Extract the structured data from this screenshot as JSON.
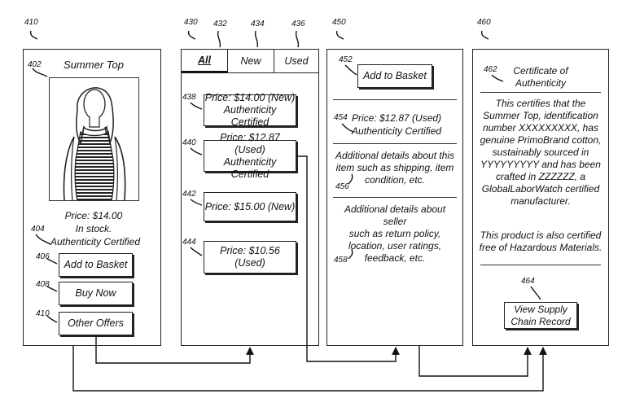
{
  "refs": {
    "r410a": "410",
    "r402": "402",
    "r404": "404",
    "r406": "406",
    "r408": "408",
    "r410b": "410",
    "r430": "430",
    "r432": "432",
    "r434": "434",
    "r436": "436",
    "r438": "438",
    "r440": "440",
    "r442": "442",
    "r444": "444",
    "r450": "450",
    "r452": "452",
    "r454": "454",
    "r456": "456",
    "r458": "458",
    "r460": "460",
    "r462": "462",
    "r464": "464"
  },
  "product_panel": {
    "title": "Summer Top",
    "price": "Price: $14.00",
    "stock": "In stock.",
    "certified": "Authenticity Certified",
    "add_to_basket": "Add to Basket",
    "buy_now": "Buy Now",
    "other_offers": "Other Offers"
  },
  "offers_panel": {
    "tabs": [
      "All",
      "New",
      "Used"
    ],
    "offers": [
      "Price: $14.00 (New)\nAuthenticity Certified",
      "Price: $12.87 (Used)\nAuthenticity Certified",
      "Price: $15.00 (New)",
      "Price: $10.56 (Used)"
    ]
  },
  "detail_panel": {
    "add_to_basket": "Add to Basket",
    "price_line": "Price: $12.87 (Used)",
    "certified": "Authenticity Certified",
    "item_details": "Additional details about this\nitem such as shipping, item\ncondition, etc.",
    "seller_details": "Additional details about seller\nsuch as return policy,\nlocation, user ratings,\nfeedback, etc."
  },
  "certificate_panel": {
    "title": "Certificate of\nAuthenticity",
    "body": "This certifies that the\nSummer Top, identification\nnumber XXXXXXXXX, has\ngenuine PrimoBrand cotton,\nsustainably sourced in\nYYYYYYYYY and has been\ncrafted in ZZZZZZ, a\nGlobalLaborWatch certified\nmanufacturer.",
    "materials": "This product is also certified\nfree of Hazardous Materials.",
    "view_supply_chain": "View Supply\nChain Record"
  }
}
